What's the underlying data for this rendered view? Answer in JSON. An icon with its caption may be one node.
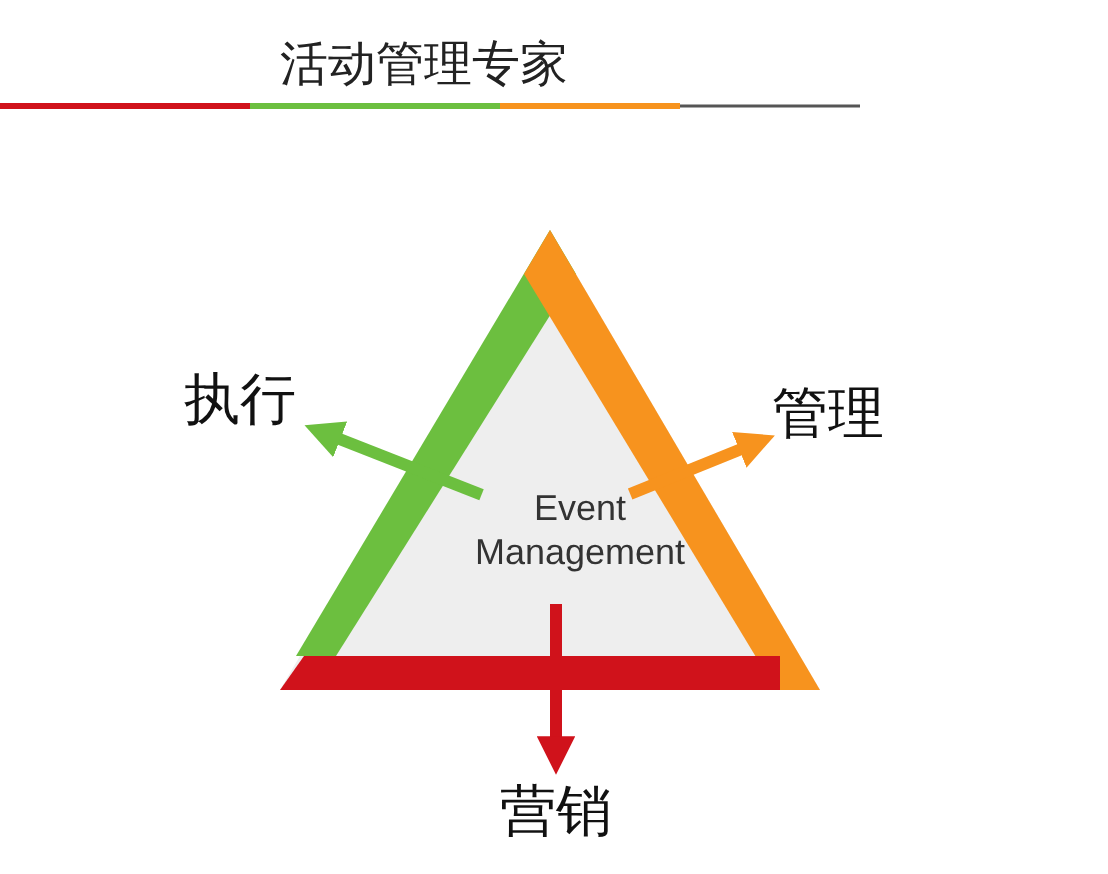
{
  "diagram": {
    "title": "活动管理专家",
    "nodes": [
      {
        "text": [
          "Event Management"
        ]
      },
      {
        "text": [
          "执行"
        ]
      },
      {
        "text": [
          "管理"
        ]
      },
      {
        "text": [
          "营销"
        ]
      }
    ],
    "edges": [
      {
        "from": 0,
        "to": 1,
        "arrow": "to",
        "color": "#6cbf3f"
      },
      {
        "from": 0,
        "to": 2,
        "arrow": "to",
        "color": "#f7931e"
      },
      {
        "from": 0,
        "to": 3,
        "arrow": "to",
        "color": "#d0121b"
      }
    ]
  }
}
